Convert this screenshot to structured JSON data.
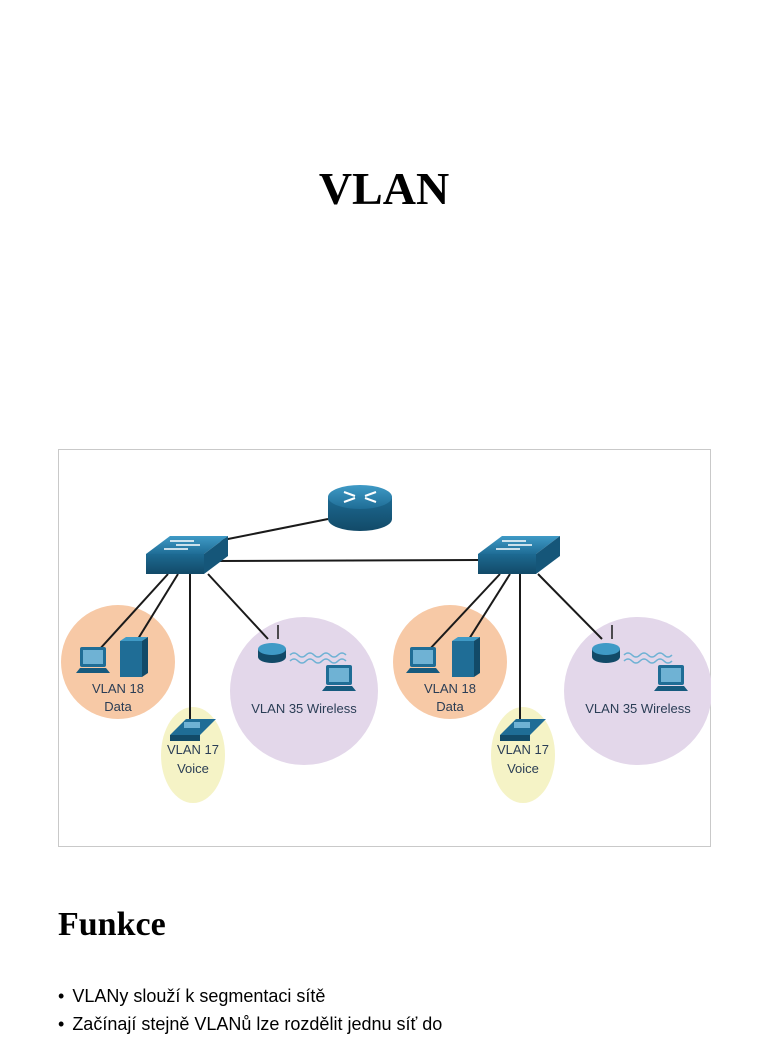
{
  "slide": {
    "title": "VLAN",
    "section_heading": "Funkce",
    "bullets": [
      "VLANy slouží k segmentaci sítě",
      "Začínají stejně VLANů lze rozdělit jednu síť do"
    ]
  },
  "diagram": {
    "groups": [
      {
        "vlan_data_line1": "VLAN 18",
        "vlan_data_line2": "Data",
        "vlan_voice_line1": "VLAN 17",
        "vlan_voice_line2": "Voice",
        "vlan_wireless": "VLAN 35 Wireless"
      },
      {
        "vlan_data_line1": "VLAN 18",
        "vlan_data_line2": "Data",
        "vlan_voice_line1": "VLAN 17",
        "vlan_voice_line2": "Voice",
        "vlan_wireless": "VLAN 35 Wireless"
      }
    ],
    "colors": {
      "data_zone": "#f7c9a6",
      "voice_zone": "#f5f3c6",
      "wireless_zone": "#e3d7ea",
      "device_blue": "#1f6d96",
      "link": "#1a1a1a"
    }
  }
}
